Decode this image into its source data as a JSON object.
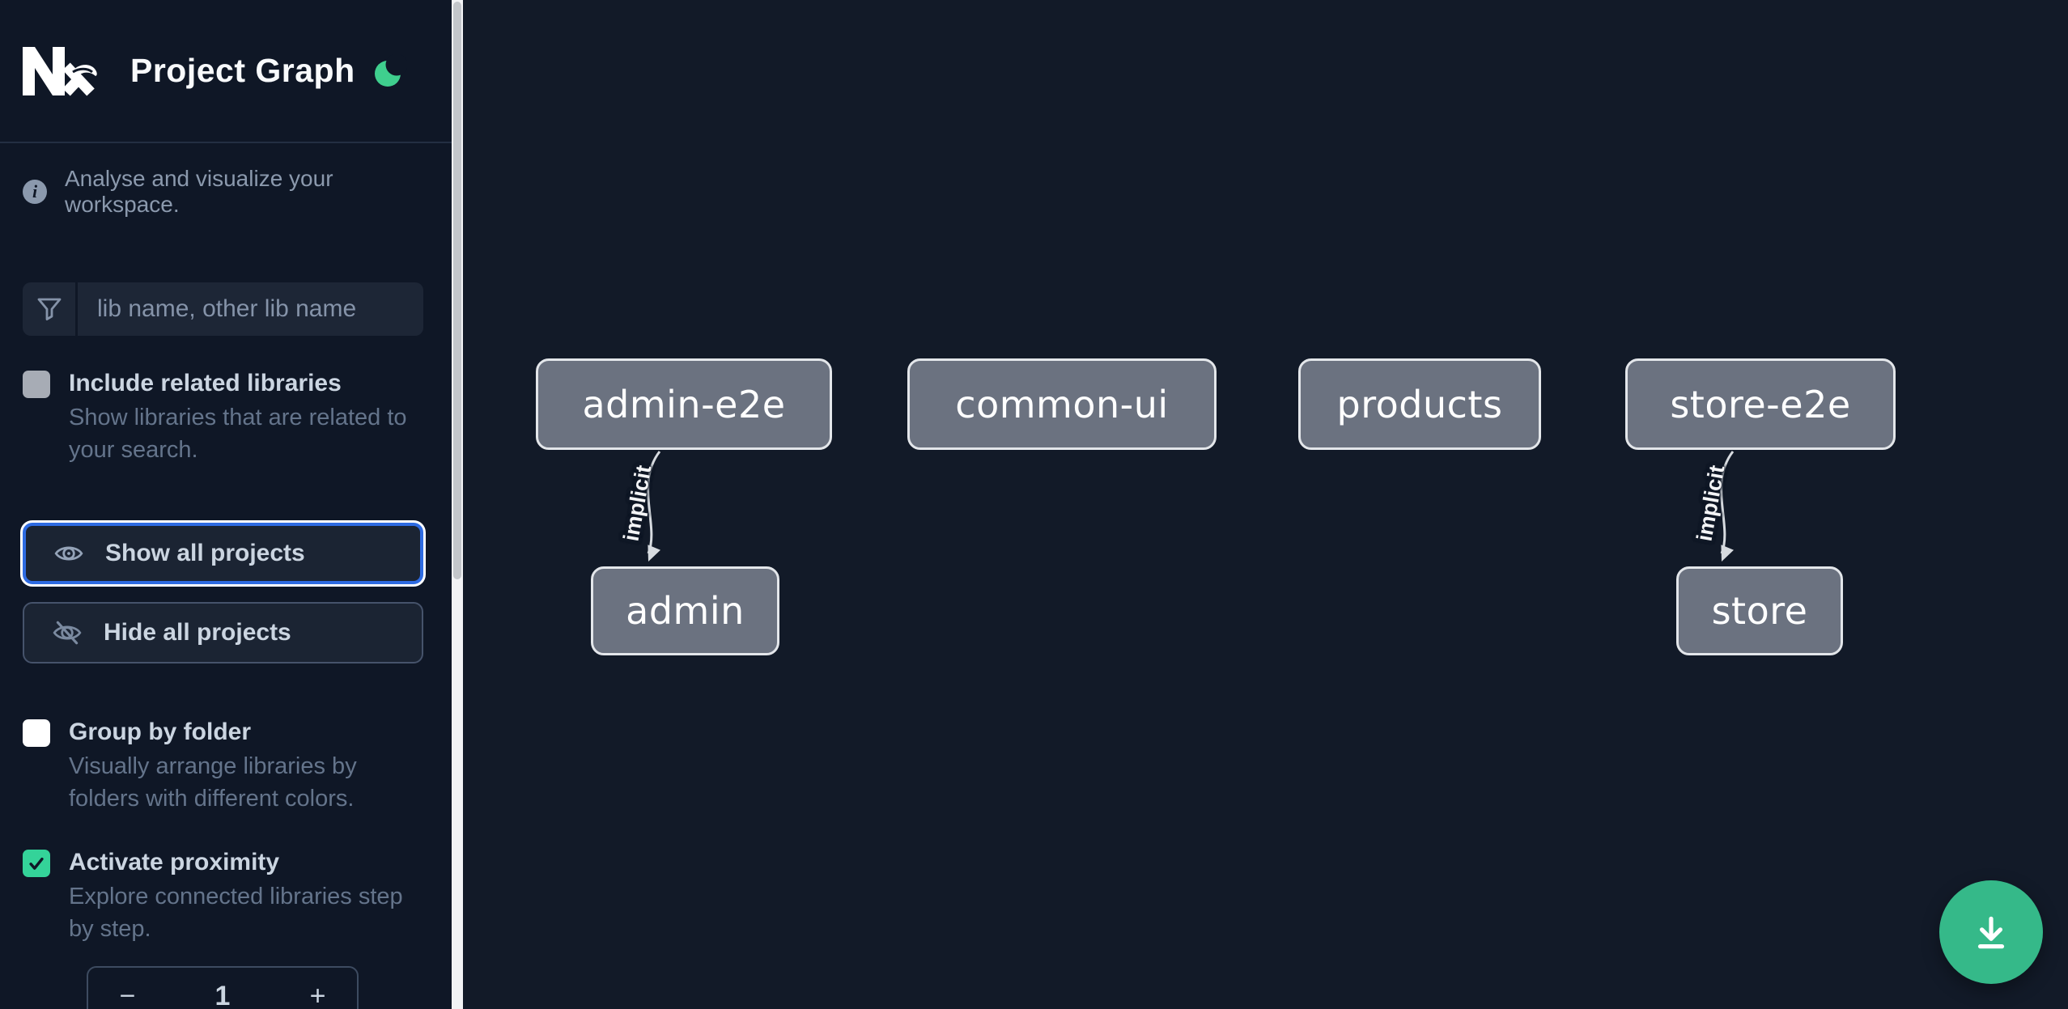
{
  "sidebar": {
    "title": "Project Graph",
    "info": "Analyse and visualize your workspace.",
    "search": {
      "placeholder": "lib name, other lib name",
      "value": ""
    },
    "options": [
      {
        "label": "Include related libraries",
        "description": "Show libraries that are related to your search.",
        "checked": false
      },
      {
        "label": "Group by folder",
        "description": "Visually arrange libraries by folders with different colors.",
        "checked": false
      },
      {
        "label": "Activate proximity",
        "description": "Explore connected libraries step by step.",
        "checked": true
      }
    ],
    "buttons": {
      "show_all": "Show all projects",
      "hide_all": "Hide all projects"
    },
    "stepper": {
      "decrease": "−",
      "value": "1",
      "increase": "+"
    }
  },
  "graph": {
    "nodes": [
      {
        "label": "admin-e2e"
      },
      {
        "label": "common-ui"
      },
      {
        "label": "products"
      },
      {
        "label": "store-e2e"
      },
      {
        "label": "admin"
      },
      {
        "label": "store"
      }
    ],
    "edges": [
      {
        "from": "admin-e2e",
        "to": "admin",
        "label": "implicit"
      },
      {
        "from": "store-e2e",
        "to": "store",
        "label": "implicit"
      }
    ]
  },
  "icons": {
    "info_glyph": "i"
  },
  "colors": {
    "sidebar_bg": "#0f1726",
    "canvas_bg": "#121a28",
    "focus_blue": "#2e6be2",
    "moon_green": "#3fcf8e",
    "checkbox_green": "#34d399",
    "fab_green": "#35b989",
    "node_fill": "#6b7280",
    "node_border": "#e3e6ea",
    "edge_color": "#d7dbe0"
  }
}
